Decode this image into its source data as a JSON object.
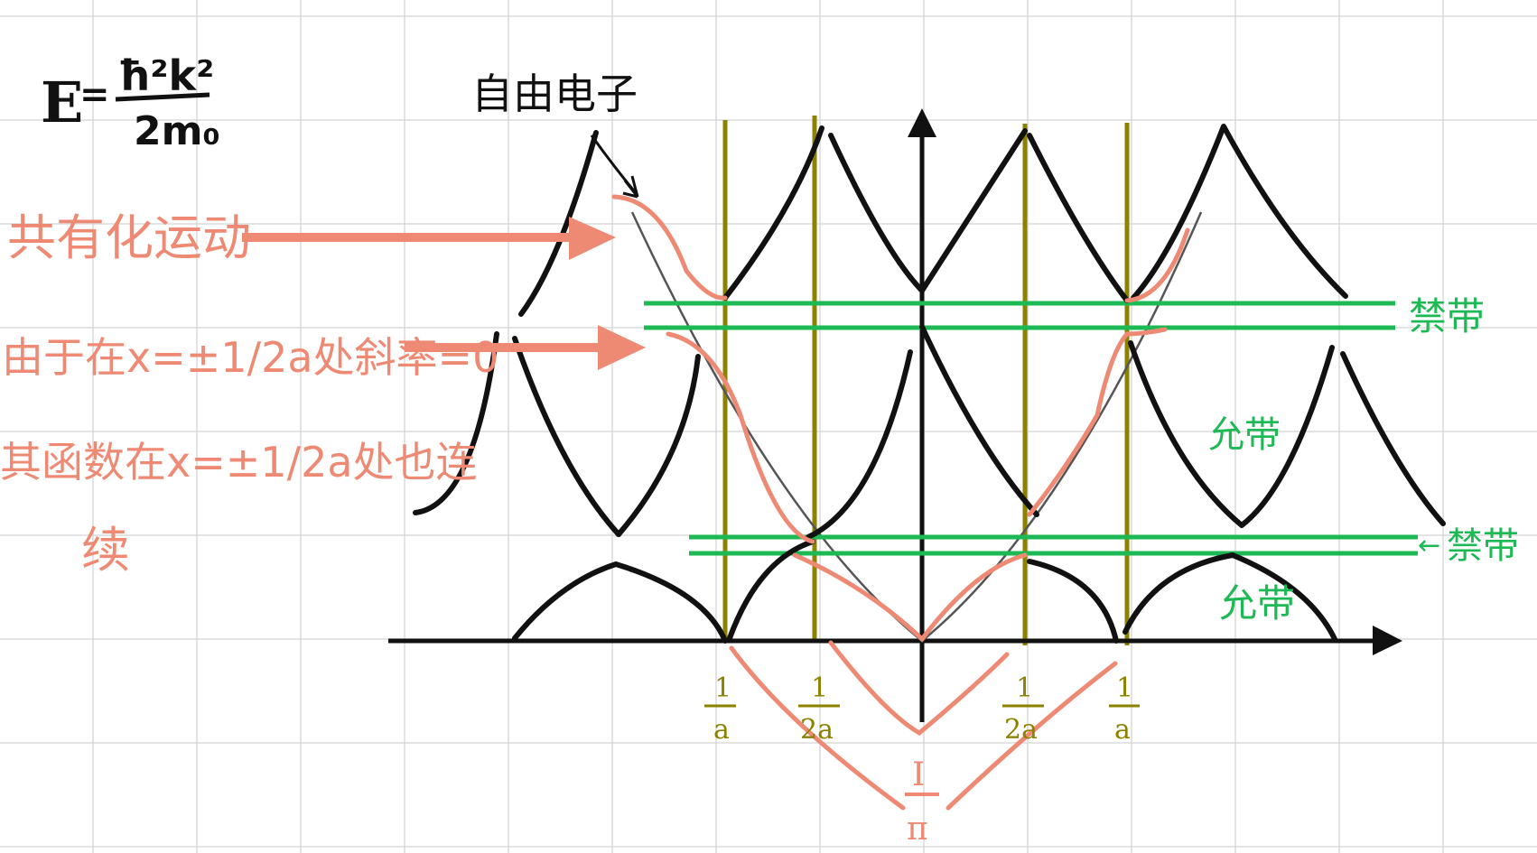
{
  "formula": {
    "lhs": "E",
    "rhs_numerator": "ħ²k²",
    "rhs_denominator": "2m₀"
  },
  "annotations": {
    "free_electron": "自由电子",
    "common_motion": "共有化运动",
    "note_line1": "由于在x=±1/2a处斜率=0",
    "note_line2": "其函数在x=±1/2a处也连",
    "note_line3": "续",
    "forbidden_band_upper": "禁带",
    "allowed_band_upper": "允带",
    "forbidden_band_lower": "禁带",
    "allowed_band_lower": "允带",
    "lower_arrow_mark": "←"
  },
  "axis_labels": {
    "neg_1_over_a": {
      "num": "1",
      "den": "a"
    },
    "neg_1_over_2a": {
      "num": "1",
      "den": "2a"
    },
    "pos_1_over_2a": {
      "num": "1",
      "den": "2a"
    },
    "pos_1_over_a": {
      "num": "1",
      "den": "a"
    },
    "bottom_fraction": {
      "num": "I",
      "den": "π"
    }
  },
  "colors": {
    "ink": "#111111",
    "salmon": "#ee8a74",
    "olive": "#8c8200",
    "green": "#1db954",
    "grid": "#d2d2d2",
    "grey_curve": "#555555"
  }
}
